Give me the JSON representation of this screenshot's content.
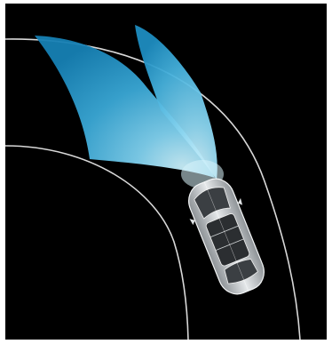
{
  "scene": {
    "background_color": "#000000",
    "frame_color": "#ffffff",
    "road_line_color": "#d8d8d8",
    "beam_colors": {
      "outer": "#1b8fc0",
      "mid": "#3db0dd",
      "core": "#a9e3f5"
    },
    "car_color": "#cfd3d6",
    "icons": [
      "road-edge-outer",
      "road-edge-inner",
      "headlight-beam-left",
      "headlight-beam-right",
      "car-icon"
    ]
  }
}
